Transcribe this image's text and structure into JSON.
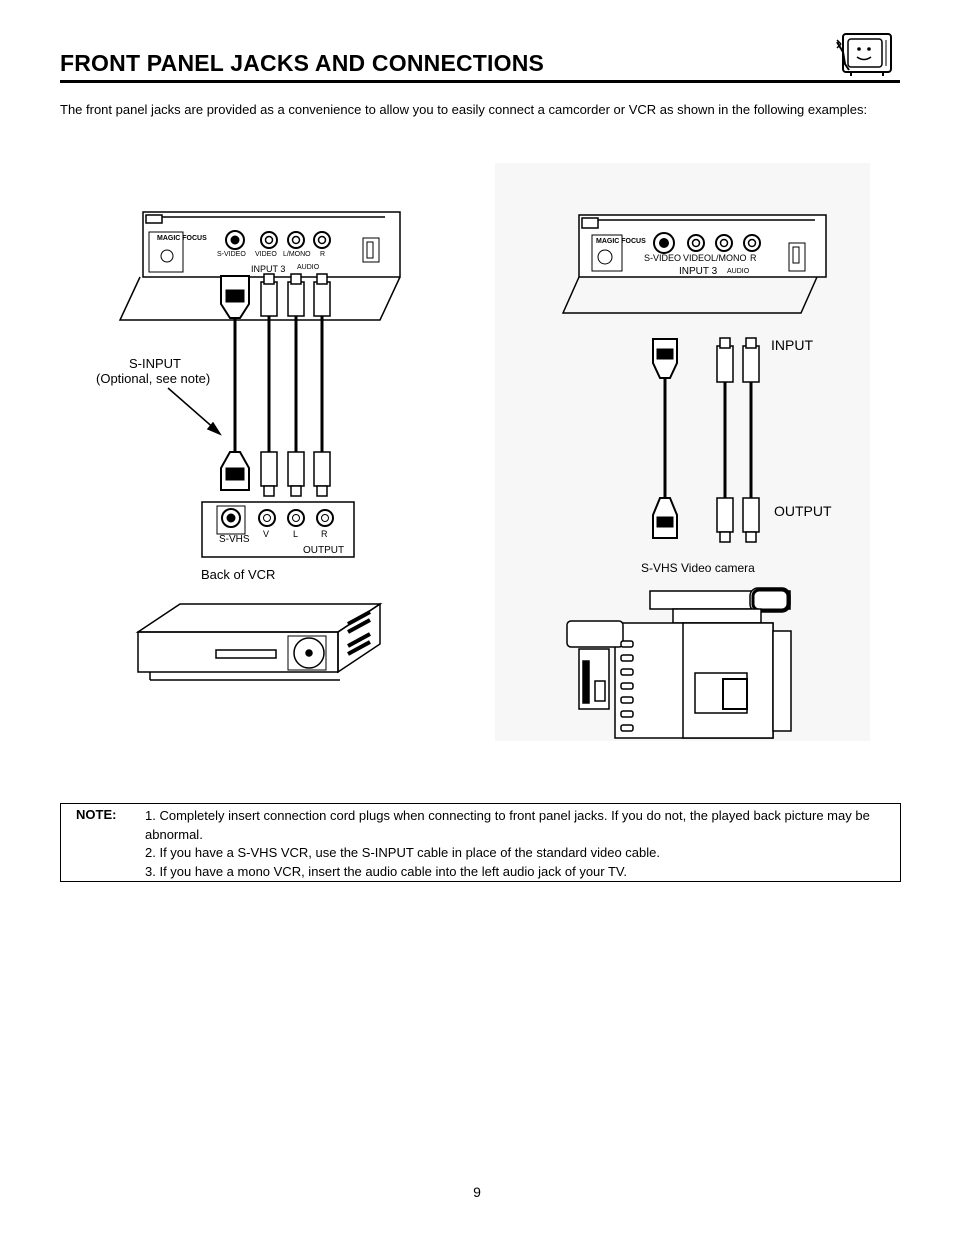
{
  "header": {
    "title": "FRONT PANEL JACKS AND CONNECTIONS"
  },
  "intro": "The front panel jacks are provided as a convenience to allow you to easily connect a camcorder or VCR as shown in the following examples:",
  "left_diagram": {
    "magic_focus": "MAGIC FOCUS",
    "jack_labels": [
      "S-VIDEO",
      "VIDEO",
      "L/MONO",
      "R"
    ],
    "input_label": "INPUT 3",
    "audio_label": "AUDIO",
    "cable_label_1": "S-INPUT",
    "cable_label_2": "(Optional, see note)",
    "vcr_jacks": [
      "V",
      "L",
      "R"
    ],
    "svhs_label": "S-VHS",
    "output_label": "OUTPUT",
    "caption": "Back of VCR"
  },
  "right_diagram": {
    "magic_focus": "MAGIC FOCUS",
    "jack_labels": [
      "S-VIDEO",
      "VIDEO",
      "L/MONO",
      "R"
    ],
    "input_label": "INPUT 3",
    "audio_label": "AUDIO",
    "input_cable": "INPUT",
    "output_cable": "OUTPUT",
    "caption": "S-VHS Video camera"
  },
  "note": {
    "heading": "NOTE:",
    "items": [
      "1. Completely insert connection cord plugs when connecting to front panel jacks.  If you do not, the played back picture may be abnormal.",
      "2. If you have a S-VHS VCR, use the S-INPUT cable in place of the standard video cable.",
      "3. If you have a mono VCR, insert the audio cable into the left audio jack of your TV."
    ]
  },
  "page_number": "9"
}
